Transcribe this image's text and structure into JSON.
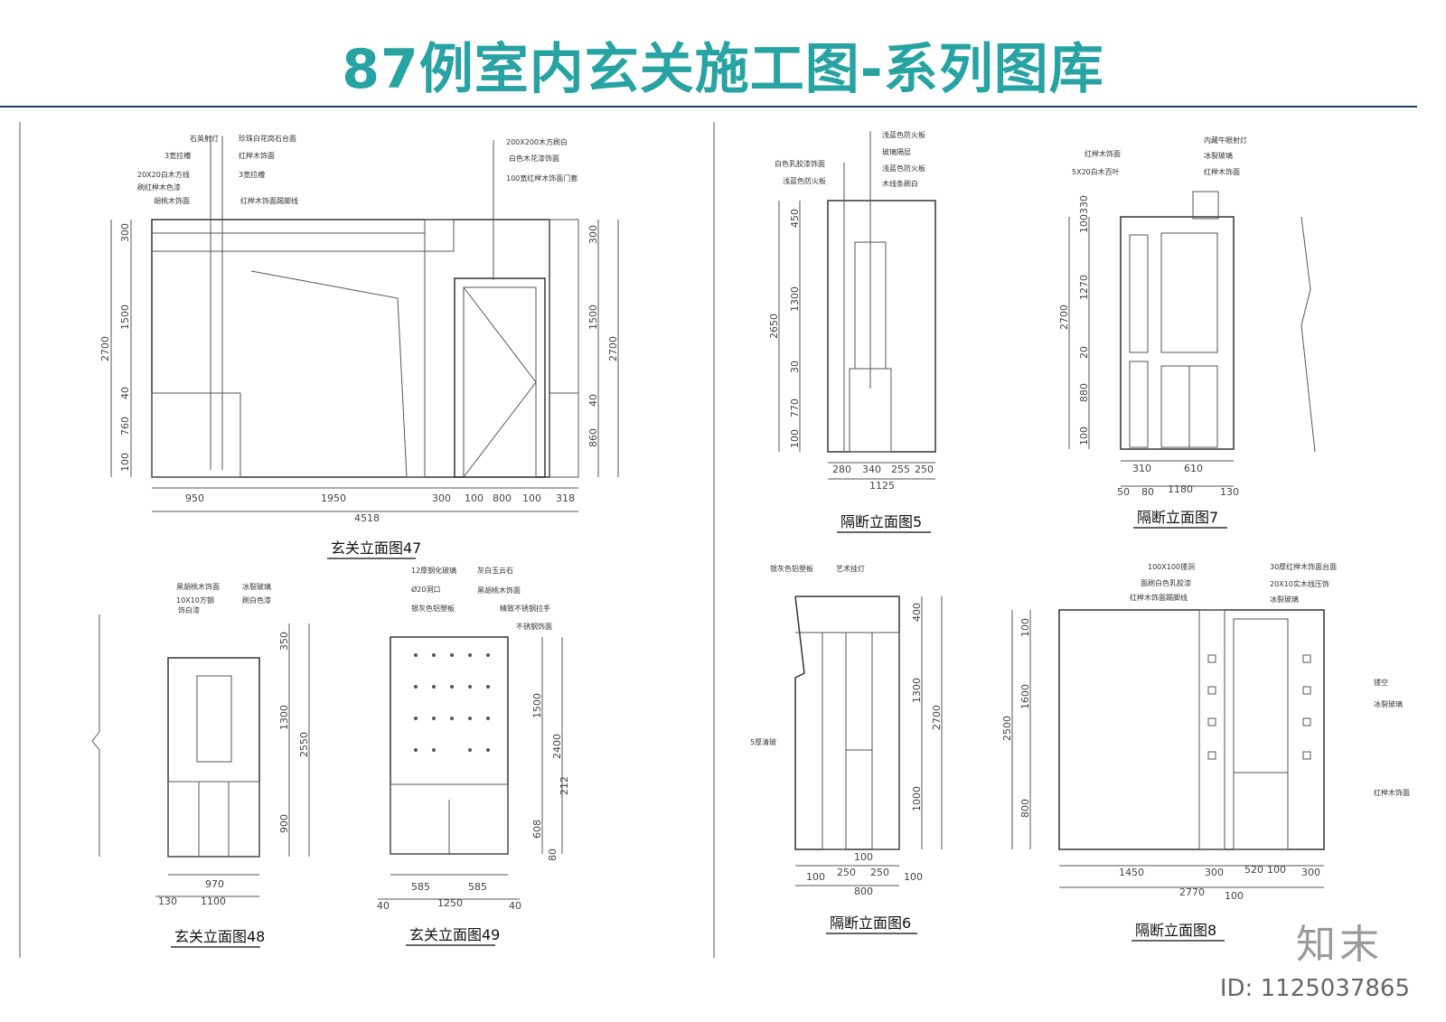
{
  "title": "87例室内玄关施工图-系列图库",
  "footer": {
    "id": "ID: 1125037865",
    "logo": "知末"
  },
  "d47": {
    "caption": "玄关立面图47",
    "left_labels": [
      "石英射灯",
      "3宽拉槽",
      "20X20白木方线",
      "刷红榉木色漆",
      "胡桃木饰面"
    ],
    "mid_labels": [
      "珍珠白花岗石台面",
      "红榉木饰面",
      "3宽拉槽",
      "红榉木饰面踢脚线"
    ],
    "right_labels": [
      "200X200木方刷白",
      "白色木花漆饰面",
      "100宽红榉木饰面门套"
    ],
    "bottom_dims": [
      "950",
      "1950",
      "300",
      "100",
      "800",
      "100",
      "318"
    ],
    "total": "4518",
    "left_dims": [
      "300",
      "1500",
      "40",
      "760",
      "100"
    ],
    "left_total": "2700",
    "right_dims": [
      "300",
      "1500",
      "40",
      "860"
    ],
    "right_total": "2700"
  },
  "d5": {
    "caption": "隔断立面图5",
    "left_labels": [
      "白色乳胶漆饰面",
      "浅蓝色防火板"
    ],
    "right_labels": [
      "浅蓝色防火板",
      "玻璃隔层",
      "浅蓝色防火板",
      "木线条刷白"
    ],
    "bottom_dims": [
      "280",
      "340",
      "255",
      "250"
    ],
    "total": "1125",
    "left_dims": [
      "450",
      "1300",
      "30",
      "770",
      "100"
    ],
    "left_total": "2650"
  },
  "d7": {
    "caption": "隔断立面图7",
    "left_labels": [
      "红榉木饰面",
      "5X20白木百叶"
    ],
    "right_labels": [
      "内藏牛眼射灯",
      "冰裂玻璃",
      "红榉木饰面"
    ],
    "bottom_dims": [
      "310",
      "610"
    ],
    "bottom_dims2": [
      "50",
      "80",
      "1180",
      "130"
    ],
    "left_dims": [
      "330",
      "100",
      "1270",
      "20",
      "880",
      "100"
    ],
    "left_total": "2700"
  },
  "d48": {
    "caption": "玄关立面图48",
    "left_labels": [
      "黑胡桃木饰面",
      "10X10方钢",
      "饰白漆"
    ],
    "right_labels": [
      "冰裂玻璃",
      "刷白色漆"
    ],
    "bottom_dims": [
      "970"
    ],
    "bottom_dims2": [
      "130",
      "1100"
    ],
    "right_dims": [
      "350",
      "1300",
      "900"
    ],
    "right_total": "2550"
  },
  "d49": {
    "caption": "玄关立面图49",
    "left_labels": [
      "12厚钢化玻璃",
      "Ø20洞口",
      "银灰色铝塑板"
    ],
    "right_labels": [
      "灰白玉云石",
      "黑胡桃木饰面",
      "精致不锈钢拉手",
      "不锈钢饰面"
    ],
    "bottom_dims": [
      "585",
      "585"
    ],
    "bottom_dims2": [
      "40",
      "1250",
      "40"
    ],
    "right_dims": [
      "1500",
      "608",
      "80"
    ],
    "right_dims2": [
      "2400",
      "212"
    ]
  },
  "d6": {
    "caption": "隔断立面图6",
    "top_labels": [
      "银灰色铝塑板",
      "艺术挂灯"
    ],
    "side_label": "5厚清玻",
    "bottom_dims": [
      "100",
      "250",
      "250",
      "100"
    ],
    "mid_dim": "100",
    "total": "800",
    "right_dims": [
      "400",
      "1300",
      "1000"
    ],
    "right_total": "2700"
  },
  "d8": {
    "caption": "隔断立面图8",
    "left_labels": [
      "100X100镂洞",
      "面刷白色乳胶漆",
      "红榉木饰面踢脚线"
    ],
    "right_labels": [
      "30厚红榉木饰面台面",
      "20X10实木线压饰",
      "冰裂玻璃"
    ],
    "side_labels": [
      "镂空",
      "冰裂玻璃",
      "红榉木饰面"
    ],
    "bottom_dims": [
      "1450",
      "300",
      "520",
      "100",
      "300"
    ],
    "total": "2770",
    "sub_dim": "100",
    "left_dims": [
      "100",
      "1600",
      "800"
    ],
    "left_total": "2500"
  }
}
